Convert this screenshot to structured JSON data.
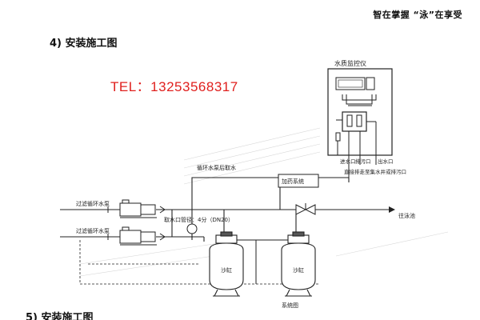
{
  "header": {
    "slogan": "智在掌握 “泳”在享受"
  },
  "section": {
    "title": "4) 安装施工图",
    "next_title": "5) 安装施工图"
  },
  "contact": {
    "phone": "TEL：13253568317"
  },
  "diagram": {
    "monitor_title": "水质监控仪",
    "inlet": "进水口",
    "drain": "排污口",
    "outlet": "出水口",
    "drain_note": "直接排走至集水井或排污口",
    "pump_intake": "循环水泵后取水",
    "dosing": "加药系统",
    "to_pool": "往泳池",
    "tap_note": "取水口管径：4分（DN20）",
    "pump1": "过滤循环水泵",
    "pump2": "过滤循环水泵",
    "sand1": "沙缸",
    "sand2": "沙缸",
    "caption": "系统图"
  }
}
